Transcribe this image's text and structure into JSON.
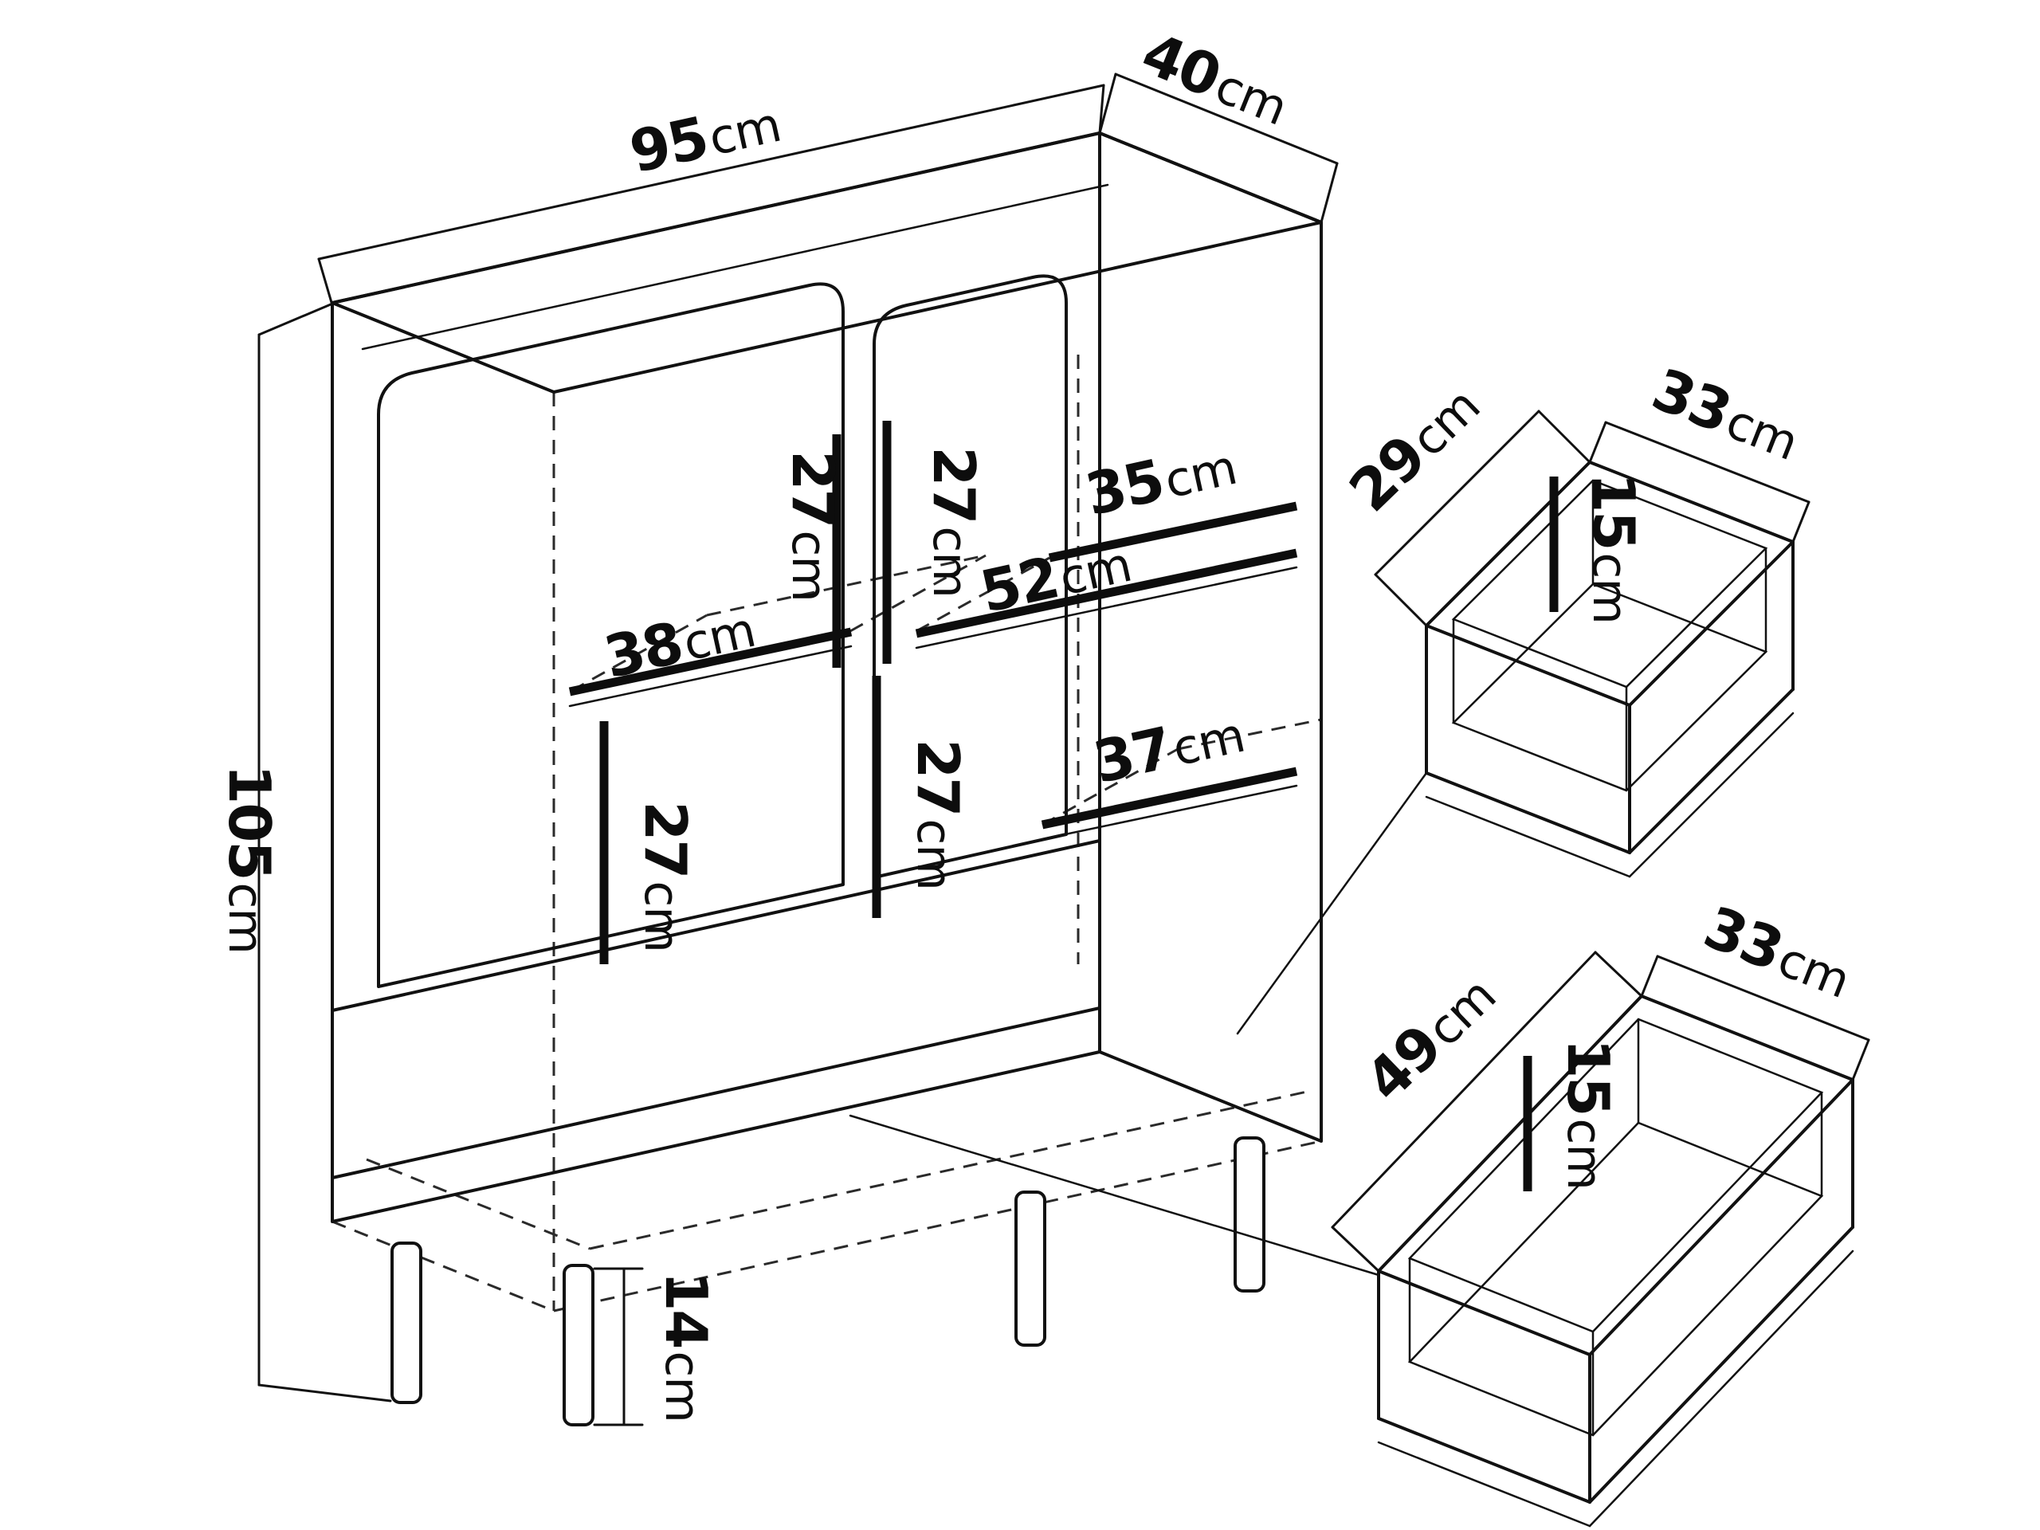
{
  "diagram": {
    "kind": "furniture-dimension-line-drawing",
    "subject": "cabinet-with-two-drawers"
  },
  "colors": {
    "line": "#111111",
    "background": "#ffffff"
  },
  "dims": {
    "cabinet_width": {
      "num": "95",
      "unit": "cm"
    },
    "cabinet_depth": {
      "num": "40",
      "unit": "cm"
    },
    "cabinet_height": {
      "num": "105",
      "unit": "cm"
    },
    "leg_height": {
      "num": "14",
      "unit": "cm"
    },
    "gap_left_top": {
      "num": "27",
      "unit": "cm"
    },
    "gap_right_top": {
      "num": "27",
      "unit": "cm"
    },
    "gap_left_bottom": {
      "num": "27",
      "unit": "cm"
    },
    "gap_right_bottom": {
      "num": "27",
      "unit": "cm"
    },
    "shelf_right_depth": {
      "num": "35",
      "unit": "cm"
    },
    "shelf_right_width": {
      "num": "52",
      "unit": "cm"
    },
    "shelf_left_width": {
      "num": "38",
      "unit": "cm"
    },
    "shelf_right_lower_width": {
      "num": "37",
      "unit": "cm"
    },
    "drawer_small_depth": {
      "num": "29",
      "unit": "cm"
    },
    "drawer_small_width": {
      "num": "33",
      "unit": "cm"
    },
    "drawer_small_height": {
      "num": "15",
      "unit": "cm"
    },
    "drawer_large_depth": {
      "num": "49",
      "unit": "cm"
    },
    "drawer_large_width": {
      "num": "33",
      "unit": "cm"
    },
    "drawer_large_height": {
      "num": "15",
      "unit": "cm"
    }
  }
}
